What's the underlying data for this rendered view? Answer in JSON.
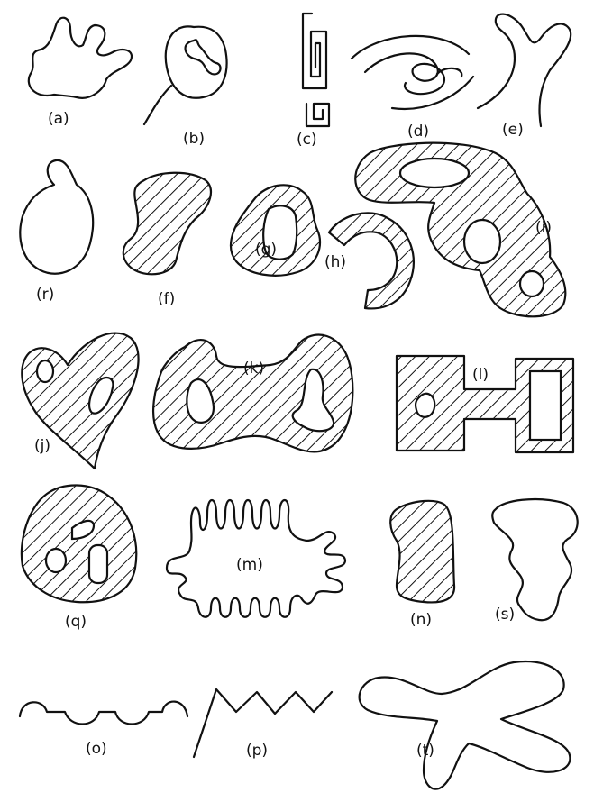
{
  "figure": {
    "labels": {
      "a": "(a)",
      "b": "(b)",
      "c": "(c)",
      "d": "(d)",
      "e": "(e)",
      "r": "(r)",
      "f": "(f)",
      "g": "(g)",
      "h": "(h)",
      "i": "(i)",
      "j": "(j)",
      "k": "(k)",
      "l": "(l)",
      "q": "(q)",
      "m": "(m)",
      "n": "(n)",
      "s": "(s)",
      "o": "(o)",
      "p": "(p)",
      "t": "(t)"
    }
  },
  "colors": {
    "ink": "#111111",
    "paper": "#ffffff"
  }
}
